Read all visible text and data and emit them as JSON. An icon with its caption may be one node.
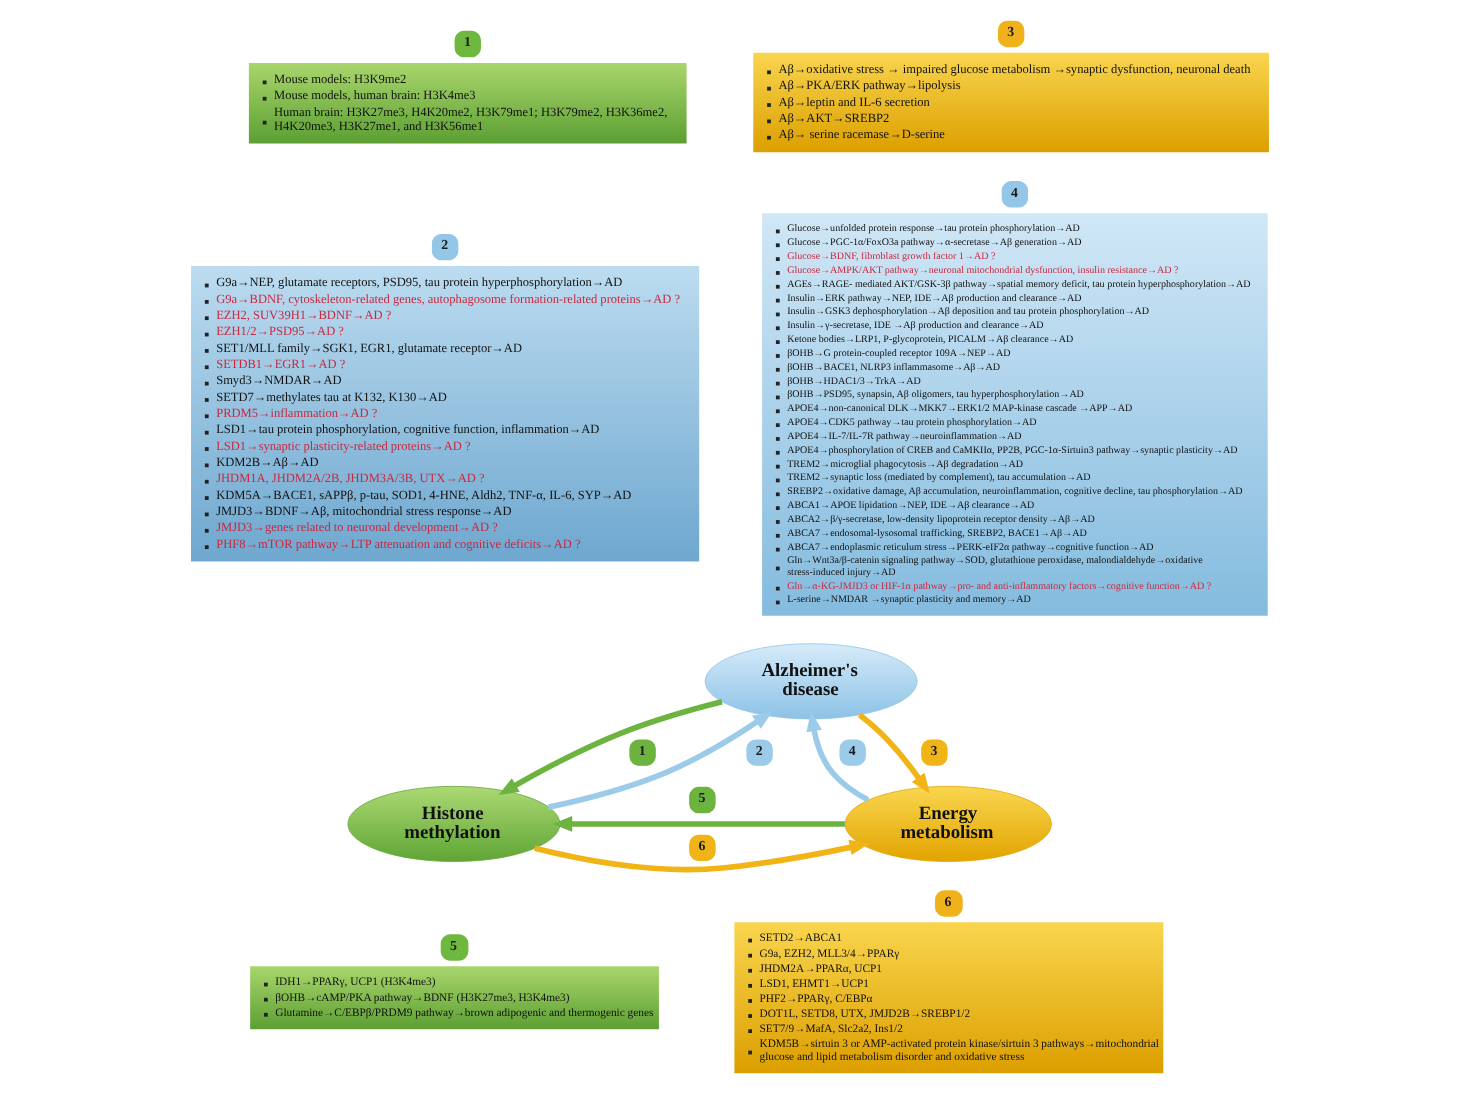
{
  "diagram": {
    "nodes": [
      {
        "text": [
          "1",
          "Mouse models: H3K9me2",
          "Mouse models, human brain: H3K4me3",
          "Human brain: H3K27me3, H4K20me2, H3K79me1; H3K79me2, H3K36me2, H4K20me3, H3K27me1, and H3K56me1"
        ]
      },
      {
        "text": [
          "3",
          "Aβ→oxidative stress → impaired glucose metabolism →synaptic dysfunction, neuronal death",
          "Aβ→PKA/ERK pathway→lipolysis",
          "Aβ→leptin and IL-6 secretion",
          "Aβ→AKT→SREBP2",
          "Aβ→ serine racemase→D-serine"
        ]
      },
      {
        "text": [
          "2",
          "G9a→NEP, glutamate receptors, PSD95, tau protein hyperphosphorylation→AD",
          "G9a→BDNF, cytoskeleton-related genes, autophagosome formation-related proteins→AD ?",
          "EZH2, SUV39H1→BDNF→AD ?",
          "EZH1/2→PSD95→AD ?",
          "SET1/MLL family→SGK1, EGR1, glutamate receptor→AD",
          "SETDB1→EGR1→AD ?",
          "Smyd3→NMDAR→AD",
          "SETD7→methylates tau at K132, K130→AD",
          "PRDM5→inflammation→AD ?",
          "LSD1→tau protein phosphorylation, cognitive function, inflammation→AD",
          "LSD1→synaptic plasticity-related proteins→AD ?",
          "KDM2B→Aβ→AD",
          "JHDM1A, JHDM2A/2B, JHDM3A/3B, UTX→AD ?",
          "KDM5A→BACE1, sAPPβ, p-tau, SOD1, 4-HNE, Aldh2, TNF-α, IL-6, SYP→AD",
          "JMJD3→BDNF→Aβ, mitochondrial stress response→AD",
          "JMJD3→genes related to neuronal development→AD ?",
          "PHF8→mTOR pathway→LTP attenuation and cognitive deficits→AD ?"
        ]
      },
      {
        "text": [
          "4",
          "Glucose→unfolded protein response→tau protein phosphorylation→AD",
          "Glucose→PGC-1α/FoxO3a pathway→α-secretase→Aβ generation→AD",
          "Glucose→BDNF, fibroblast growth factor 1→AD ?",
          "Glucose→AMPK/AKT pathway→neuronal mitochondrial dysfunction, insulin resistance→AD ?",
          "AGEs→RAGE- mediated AKT/GSK-3β pathway→spatial memory deficit, tau protein hyperphosphorylation→AD",
          "Insulin→ERK pathway→NEP, IDE→Aβ production and clearance→AD",
          "Insulin→GSK3 dephosphorylation→Aβ deposition and tau protein phosphorylation→AD",
          "Insulin→γ-secretase, IDE →Aβ production and clearance→AD",
          "Ketone bodies→LRP1, P-glycoprotein, PICALM→Aβ clearance→AD",
          "βOHB→G protein-coupled receptor 109A→NEP→AD",
          "βOHB→BACE1, NLRP3 inflammasome→Aβ→AD",
          "βOHB→HDAC1/3→TrkA→AD",
          "βOHB→PSD95, synapsin, Aβ oligomers, tau hyperphosphorylation→AD",
          "APOE4→non-canonical DLK→MKK7→ERK1/2 MAP-kinase cascade →APP→AD",
          "APOE4→CDK5 pathway→tau protein phosphorylation→AD",
          "APOE4→IL-7/IL-7R pathway→neuroinflammation→AD",
          "APOE4→phosphorylation of CREB and CaMKIIα, PP2B, PGC-1α-Sirtuin3 pathway→synaptic plasticity→AD",
          "TREM2→microglial phagocytosis→Aβ degradation→AD",
          "TREM2→synaptic loss (mediated by complement), tau accumulation→AD",
          "SREBP2→oxidative damage, Aβ accumulation, neuroinflammation, cognitive decline, tau phosphorylation→AD",
          "ABCA1→APOE lipidation→NEP, IDE→Aβ clearance→AD",
          "ABCA2→β/γ-secretase, low-density lipoprotein receptor density→Aβ→AD",
          "ABCA7→endosomal-lysosomal trafficking, SREBP2, BACE1→Aβ→AD",
          "ABCA7→endoplasmic reticulum stress→PERK-eIF2α pathway→cognitive function→AD",
          "Gln→Wnt3a/β-catenin signaling pathway→SOD, glutathione peroxidase, malondialdehyde→oxidative stress-induced injury→AD",
          "Gln→α-KG-JMJD3 or HIF-1α pathway→pro- and anti-inflammatory factors→cognitive function→AD ?",
          "L-serine→NMDAR →synaptic plasticity and memory→AD"
        ]
      },
      {
        "text": [
          "Alzheimer's disease"
        ]
      },
      {
        "text": [
          "Histone methylation"
        ]
      },
      {
        "text": [
          "Energy metabolism"
        ]
      },
      {
        "text": [
          "5",
          "IDH1→PPARγ, UCP1 (H3K4me3)",
          "βOHB→cAMP/PKA pathway→BDNF (H3K27me3, H3K4me3)",
          "Glutamine→C/EBPβ/PRDM9 pathway→brown adipogenic and thermogenic genes"
        ]
      },
      {
        "text": [
          "6",
          "SETD2→ABCA1",
          "G9a, EZH2, MLL3/4→PPARγ",
          "JHDM2A→PPARα, UCP1",
          "LSD1, EHMT1→UCP1",
          "PHF2→PPARγ, C/EBPα",
          "DOT1L, SETD8, UTX, JMJD2B→SREBP1/2",
          "SET7/9→MafA, Slc2a2, Ins1/2",
          "KDM5B→sirtuin 3 or AMP-activated protein kinase/sirtuin 3 pathways→mitochondrial glucose and lipid metabolism disorder and oxidative stress"
        ]
      }
    ],
    "edges": [
      {
        "from": 4,
        "to": 5,
        "arrow": "to",
        "label": "1",
        "color": "#6cb33f"
      },
      {
        "from": 5,
        "to": 4,
        "arrow": "to",
        "label": "2",
        "color": "#9ccbea"
      },
      {
        "from": 4,
        "to": 6,
        "arrow": "to",
        "label": "3",
        "color": "#f0b416"
      },
      {
        "from": 6,
        "to": 4,
        "arrow": "to",
        "label": "4",
        "color": "#9ccbea"
      },
      {
        "from": 6,
        "to": 5,
        "arrow": "to",
        "label": "5",
        "color": "#6cb33f"
      },
      {
        "from": 5,
        "to": 6,
        "arrow": "to",
        "label": "6",
        "color": "#f0b416"
      }
    ]
  }
}
